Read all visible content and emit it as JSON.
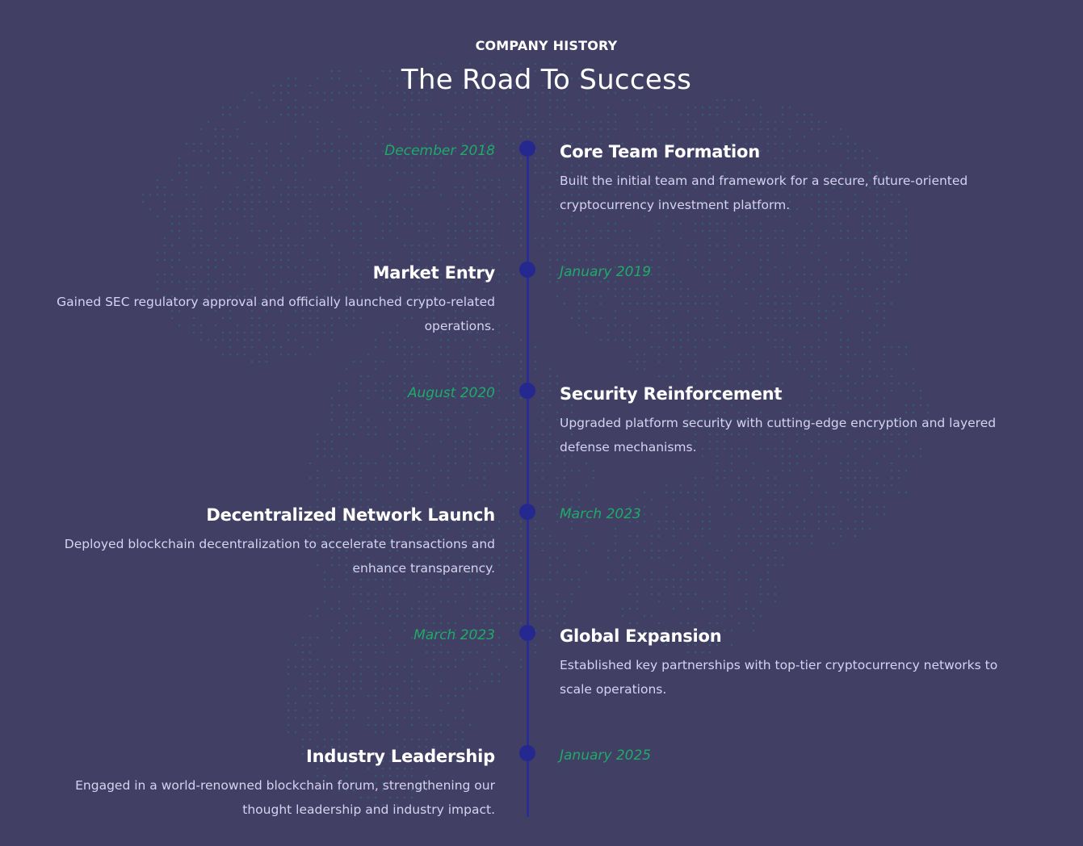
{
  "header": {
    "eyebrow": "COMPANY HISTORY",
    "title": "The Road To Success"
  },
  "timeline": [
    {
      "date": "December 2018",
      "title": "Core Team Formation",
      "description": "Built the initial team and framework for a secure, future-oriented cryptocurrency investment platform."
    },
    {
      "date": "January 2019",
      "title": "Market Entry",
      "description": "Gained SEC regulatory approval and officially launched crypto-related operations."
    },
    {
      "date": "August 2020",
      "title": "Security Reinforcement",
      "description": "Upgraded platform security with cutting-edge encryption and layered defense mechanisms."
    },
    {
      "date": "March 2023",
      "title": "Decentralized Network Launch",
      "description": "Deployed blockchain decentralization to accelerate transactions and enhance transparency."
    },
    {
      "date": "March 2023",
      "title": "Global Expansion",
      "description": "Established key partnerships with top-tier cryptocurrency networks to scale operations."
    },
    {
      "date": "January 2025",
      "title": "Industry Leadership",
      "description": "Engaged in a world-renowned blockchain forum, strengthening our thought leadership and industry impact."
    }
  ],
  "colors": {
    "background": "#413f63",
    "accent_date": "#1faa6a",
    "timeline_line": "#2a2d95",
    "text_primary": "#ffffff",
    "text_secondary": "#d6d3f2"
  }
}
